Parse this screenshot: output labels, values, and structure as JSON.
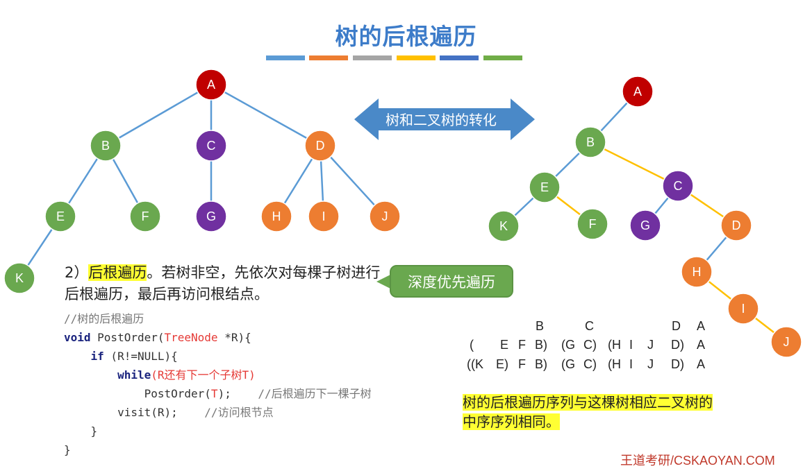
{
  "title": "树的后根遍历",
  "stripe_colors": [
    "#5b9bd5",
    "#ed7d31",
    "#a5a5a5",
    "#ffc000",
    "#4472c4",
    "#70ad47"
  ],
  "convert_label": "树和二叉树的转化",
  "tree": {
    "nodes": [
      {
        "id": "A",
        "color": "#c00000"
      },
      {
        "id": "B",
        "color": "#6aa84f"
      },
      {
        "id": "C",
        "color": "#7030a0"
      },
      {
        "id": "D",
        "color": "#ed7d31"
      },
      {
        "id": "E",
        "color": "#6aa84f"
      },
      {
        "id": "F",
        "color": "#6aa84f"
      },
      {
        "id": "G",
        "color": "#7030a0"
      },
      {
        "id": "H",
        "color": "#ed7d31"
      },
      {
        "id": "I",
        "color": "#ed7d31"
      },
      {
        "id": "J",
        "color": "#ed7d31"
      },
      {
        "id": "K",
        "color": "#6aa84f"
      }
    ],
    "edges": [
      [
        "A",
        "B"
      ],
      [
        "A",
        "C"
      ],
      [
        "A",
        "D"
      ],
      [
        "B",
        "E"
      ],
      [
        "B",
        "F"
      ],
      [
        "C",
        "G"
      ],
      [
        "D",
        "H"
      ],
      [
        "D",
        "I"
      ],
      [
        "D",
        "J"
      ],
      [
        "E",
        "K"
      ]
    ]
  },
  "binary_tree": {
    "edges": [
      {
        "from": "A",
        "to": "B",
        "type": "child"
      },
      {
        "from": "B",
        "to": "E",
        "type": "child"
      },
      {
        "from": "B",
        "to": "C",
        "type": "sibling"
      },
      {
        "from": "E",
        "to": "K",
        "type": "child"
      },
      {
        "from": "E",
        "to": "F",
        "type": "sibling"
      },
      {
        "from": "C",
        "to": "G",
        "type": "child"
      },
      {
        "from": "C",
        "to": "D",
        "type": "sibling"
      },
      {
        "from": "D",
        "to": "H",
        "type": "child"
      },
      {
        "from": "H",
        "to": "I",
        "type": "sibling"
      },
      {
        "from": "I",
        "to": "J",
        "type": "sibling"
      }
    ]
  },
  "description": {
    "prefix": "2）",
    "highlight": "后根遍历",
    "rest": "。若树非空，先依次对每棵子树进行后根遍历，最后再访问根结点。"
  },
  "note": "深度优先遍历",
  "code": {
    "comment_title": "//树的后根遍历",
    "line1_kw": "void",
    "line1_a": " PostOrder(",
    "line1_type": "TreeNode",
    "line1_b": " *R){",
    "line2_kw": "if",
    "line2_rest": " (R!=NULL){",
    "line3_kw": "while",
    "line3_a": "(",
    "line3_cond": "R还有下一个子树T",
    "line3_b": ")",
    "line4_code": "PostOrder(",
    "line4_t": "T",
    "line4_end": ");",
    "line4_comment": "//后根遍历下一棵子树",
    "line5_code": "visit(R);",
    "line5_comment": "//访问根节点",
    "close1": "}",
    "close2": "}"
  },
  "sequence": {
    "row1": [
      "B",
      "C",
      "D",
      "A"
    ],
    "row2": [
      "(",
      "E",
      "F",
      "B)",
      "(G",
      "C)",
      "(H",
      "I",
      "J",
      "D)",
      "A"
    ],
    "row3": [
      "((K",
      "E)",
      "F",
      "B)",
      "(G",
      "C)",
      "(H",
      "I",
      "J",
      "D)",
      "A"
    ]
  },
  "conclusion_line1": "树的后根遍历序列与这棵树相应二叉树的",
  "conclusion_line2": "中序序列相同。",
  "footer": "王道考研/CSKAOYAN.COM"
}
